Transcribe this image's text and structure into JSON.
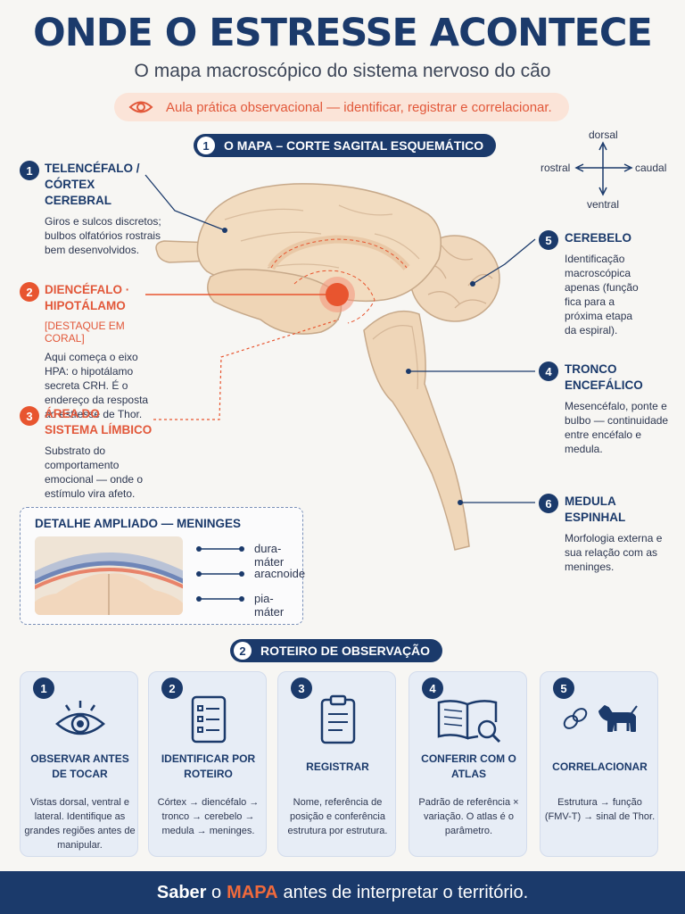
{
  "header": {
    "title": "ONDE O ESTRESSE ACONTECE",
    "subtitle": "O mapa macroscópico do sistema nervoso do cão",
    "banner": "Aula prática observacional — identificar, registrar e correlacionar."
  },
  "section1": {
    "num": "1",
    "label": "O MAPA – CORTE SAGITAL ESQUEMÁTICO"
  },
  "compass": {
    "top": "dorsal",
    "bottom": "ventral",
    "left": "rostral",
    "right": "caudal"
  },
  "callouts": [
    {
      "num": "1",
      "title": "TELENCÉFALO / CÓRTEX CEREBRAL",
      "desc": "Giros e sulcos discretos; bulbos olfatórios rostrais bem desenvolvidos."
    },
    {
      "num": "2",
      "title": "DIENCÉFALO · HIPOTÁLAMO",
      "tag": "[DESTAQUE EM CORAL]",
      "desc": "Aqui começa o eixo HPA: o hipotálamo secreta CRH. É o endereço da resposta ao estresse de Thor."
    },
    {
      "num": "3",
      "title": "ÁREA DO SISTEMA LÍMBICO",
      "desc": "Substrato do comportamento emocional — onde o estímulo vira afeto."
    },
    {
      "num": "5",
      "title": "CEREBELO",
      "desc": "Identificação macroscópica apenas (função fica para a próxima etapa da espiral)."
    },
    {
      "num": "4",
      "title": "TRONCO ENCEFÁLICO",
      "desc": "Mesencéfalo, ponte e bulbo — continuidade entre encéfalo e medula."
    },
    {
      "num": "6",
      "title": "MEDULA ESPINHAL",
      "desc": "Morfologia externa e sua relação com as meninges."
    }
  ],
  "meninges": {
    "title": "DETALHE AMPLIADO — MENINGES",
    "layers": [
      "dura-máter",
      "aracnoide",
      "pia-máter"
    ]
  },
  "section2": {
    "num": "2",
    "label": "ROTEIRO DE OBSERVAÇÃO"
  },
  "steps": [
    {
      "num": "1",
      "title": "OBSERVAR ANTES DE TOCAR",
      "desc": "Vistas dorsal, ventral e lateral. Identifique as grandes regiões antes de manipular.",
      "icon": "eye-icon"
    },
    {
      "num": "2",
      "title": "IDENTIFICAR POR ROTEIRO",
      "desc": "Córtex → diencéfalo → tronco → cerebelo → medula → meninges.",
      "icon": "checklist-icon"
    },
    {
      "num": "3",
      "title": "REGISTRAR",
      "desc": "Nome, referência de posição e conferência estrutura por estrutura.",
      "icon": "clipboard-icon"
    },
    {
      "num": "4",
      "title": "CONFERIR COM O ATLAS",
      "desc": "Padrão de referência × variação. O atlas é o parâmetro.",
      "icon": "atlas-magnifier-icon"
    },
    {
      "num": "5",
      "title": "CORRELACIONAR",
      "desc": "Estrutura → função (FMV-T) → sinal de Thor.",
      "icon": "dog-chain-icon"
    }
  ],
  "footer": {
    "pre": "Saber",
    "o": "o",
    "highlight": "MAPA",
    "post": "antes de interpretar o território."
  },
  "colors": {
    "navy": "#1b3a6b",
    "coral": "#e8552f",
    "brain": "#f2dcc0"
  }
}
